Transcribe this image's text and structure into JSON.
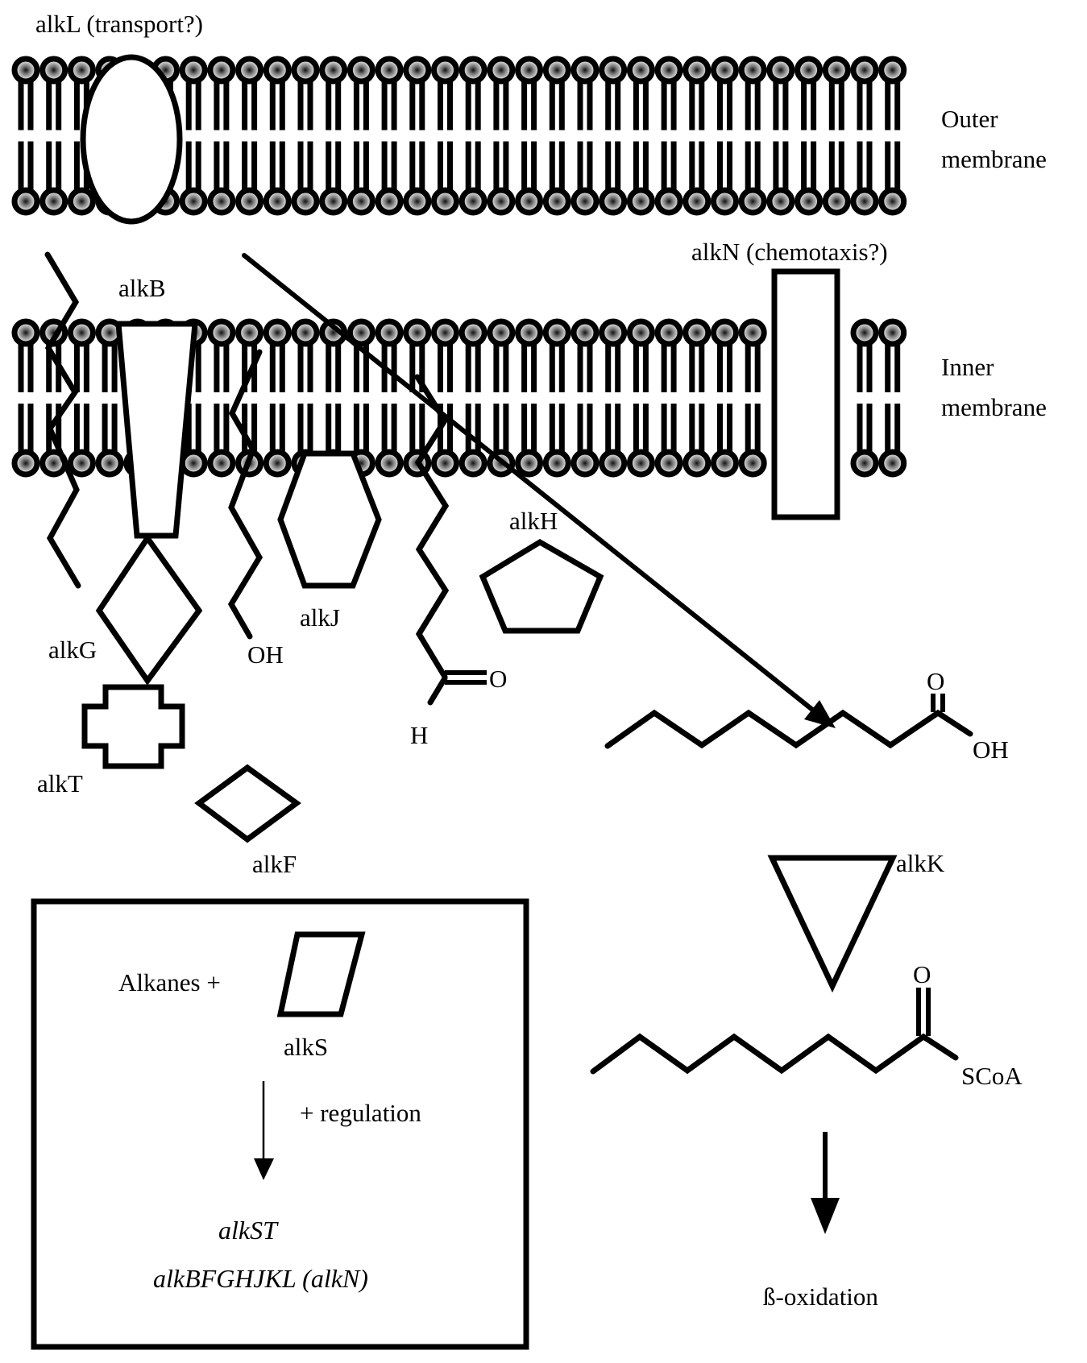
{
  "figure": {
    "labels": {
      "alkL": "alkL (transport?)",
      "outer_membrane": [
        "Outer",
        "membrane"
      ],
      "inner_membrane": [
        "Inner",
        "membrane"
      ],
      "alkN": "alkN (chemotaxis?)",
      "alkB": "alkB",
      "alkG": "alkG",
      "alkT": "alkT",
      "alkF": "alkF",
      "alkJ": "alkJ",
      "alkH": "alkH",
      "alkK": "alkK",
      "alkS": "alkS"
    },
    "chem": {
      "alcohol_group": "OH",
      "aldehyde_O": "O",
      "aldehyde_H": "H",
      "acid_O": "O",
      "acid_OH": "OH",
      "acylcoa_O": "O",
      "acylcoa_SCoA": "SCoA",
      "beta_oxidation": "ß-oxidation"
    },
    "regulation_box": {
      "inducer": "Alkanes +",
      "regulation": "+ regulation",
      "operon_1": "alkST",
      "operon_2": "alkBFGHJKL (alkN)"
    },
    "colors": {
      "ink": "#000000",
      "background": "#ffffff",
      "head_fill_light": "#e8e8e8",
      "head_fill_dark": "#111111"
    }
  }
}
